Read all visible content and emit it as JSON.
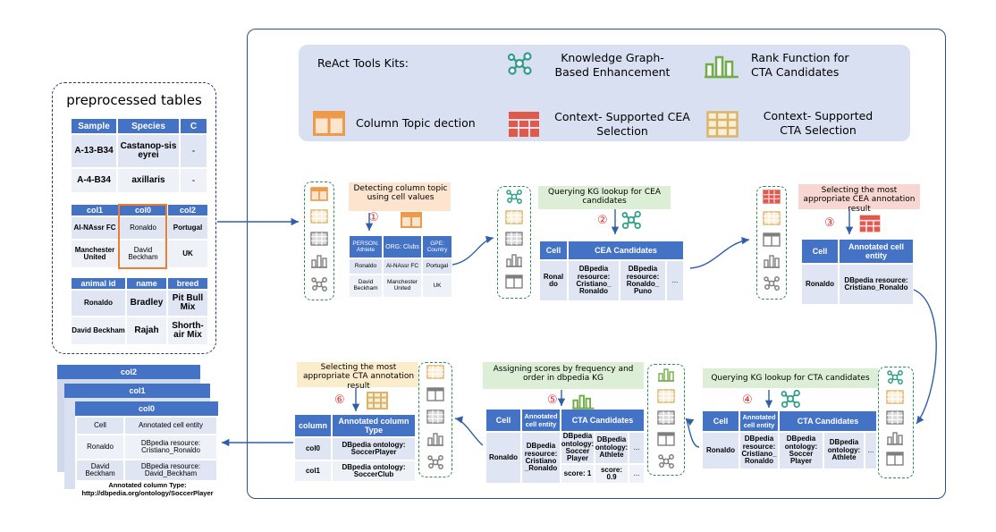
{
  "left_panel": {
    "title": "preprocessed tables",
    "table1": {
      "headers": [
        "Sample",
        "Species",
        "C"
      ],
      "rows": [
        [
          "A-13-B34",
          "Castanop-sis eyrei",
          "-"
        ],
        [
          "A-4-B34",
          "axillaris",
          "-"
        ]
      ]
    },
    "table2": {
      "headers": [
        "col1",
        "col0",
        "col2"
      ],
      "rows": [
        [
          "Al-NAssr FC",
          "Ronaldo",
          "Portugal"
        ],
        [
          "Manchester United",
          "David Beckham",
          "UK"
        ]
      ]
    },
    "table3": {
      "headers": [
        "animal id",
        "name",
        "breed"
      ],
      "rows": [
        [
          "Ronaldo",
          "Bradley",
          "Pit Bull Mix"
        ],
        [
          "David Beckham",
          "Rajah",
          "Shorth-air Mix"
        ]
      ]
    }
  },
  "toolkit": {
    "title": "ReAct Tools Kits:",
    "tools": [
      {
        "label": "Knowledge Graph- Based Enhancement",
        "icon": "graph-icon",
        "color": "#2e9e8a"
      },
      {
        "label": "Rank Function for CTA Candidates",
        "icon": "bar-icon",
        "color": "#70ad47"
      },
      {
        "label": "Column Topic dection",
        "icon": "column-icon",
        "color": "#ed9a4a"
      },
      {
        "label": "Context- Supported CEA Selection",
        "icon": "grid-icon",
        "color": "#e05a4a"
      },
      {
        "label": "Context- Supported CTA Selection",
        "icon": "grid-icon",
        "color": "#d9b56a"
      }
    ]
  },
  "steps": {
    "s1": {
      "num": "①",
      "note": "Detecting column topic using cell values",
      "headers": [
        "PERSON: Athlete",
        "ORG: Clubs",
        "GPE: Country"
      ],
      "rows": [
        [
          "Ronaldo",
          "Al-NAssr FC",
          "Portugal"
        ],
        [
          "David Beckham",
          "Manchester United",
          "UK"
        ]
      ]
    },
    "s2": {
      "num": "②",
      "note": "Querying KG lookup for CEA candidates",
      "headers": [
        "Cell",
        "CEA Candidates"
      ],
      "rows": [
        [
          "Ronal do",
          "DBpedia resource: Cristiano_ Ronaldo",
          "DBpedia resource: Ronaldo_ Puno",
          "..."
        ]
      ]
    },
    "s3": {
      "num": "③",
      "note": "Selecting the most appropriate CEA annotation result",
      "headers": [
        "Cell",
        "Annotated cell entity"
      ],
      "rows": [
        [
          "Ronaldo",
          "DBpedia resource: Cristiano_Ronaldo"
        ]
      ]
    },
    "s4": {
      "num": "④",
      "note": "Querying KG lookup for CTA candidates",
      "headers": [
        "Cell",
        "Annotated cell entity",
        "CTA Candidates"
      ],
      "rows": [
        [
          "Ronaldo",
          "DBpedia resource: Cristiano_ Ronaldo",
          "DBpedia ontology: Soccer Player",
          "DBpedia ontology: Athlete",
          "..."
        ]
      ]
    },
    "s5": {
      "num": "⑤",
      "note": "Assigning scores by frequency and order in dbpedia KG",
      "headers": [
        "Cell",
        "Annotated cell entity",
        "CTA Candidates"
      ],
      "rows": [
        [
          "Ronaldo",
          "DBpedia resource: Cristiano _Ronaldo",
          "DBpedia ontology: Soccer Player",
          "DBpedia ontology: Athlete",
          "..."
        ]
      ],
      "scores": [
        "score: 1",
        "score: 0.9",
        "..."
      ]
    },
    "s6": {
      "num": "⑥",
      "note": "Selecting the most appropriate CTA annotation result",
      "headers": [
        "column",
        "Annotated column Type"
      ],
      "rows": [
        [
          "col0",
          "DBpedia ontology: SoccerPlayer"
        ],
        [
          "col1",
          "DBpedia ontology: SoccerClub"
        ]
      ]
    }
  },
  "output": {
    "tabs": [
      "col2",
      "col1",
      "col0"
    ],
    "headers": [
      "Cell",
      "Annotated cell entity"
    ],
    "rows": [
      [
        "Ronaldo",
        "DBpedia resource: Cristiano_Ronaldo"
      ],
      [
        "David Beckham",
        "DBpedia resource: David_Beckham"
      ]
    ],
    "footer": "Annotated column Type: http://dbpedia.org/ontology/SoccerPlayer"
  }
}
